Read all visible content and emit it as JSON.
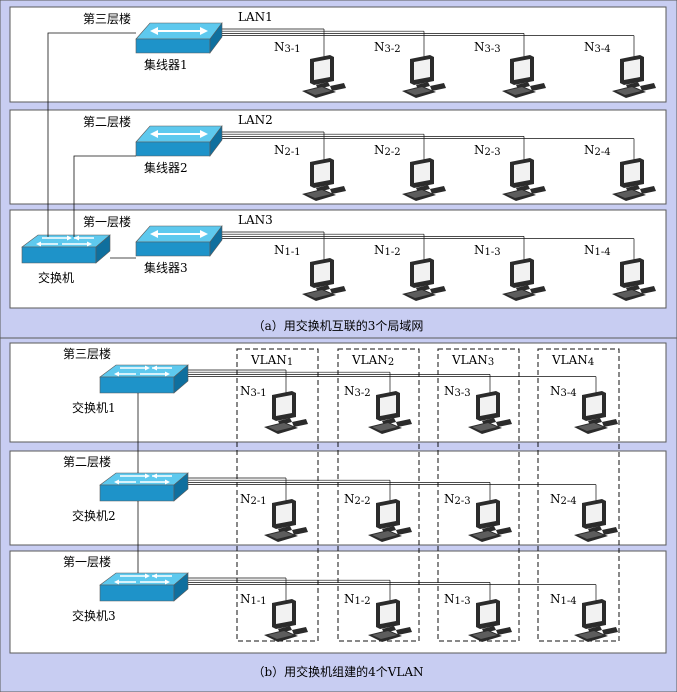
{
  "panel_a": {
    "caption": "（a）用交换机互联的3个局域网",
    "floors": [
      {
        "floor_label": "第三层楼",
        "lan_label": "LAN1",
        "device_label": "集线器1",
        "pcs": [
          {
            "main": "N",
            "sub": "3-1"
          },
          {
            "main": "N",
            "sub": "3-2"
          },
          {
            "main": "N",
            "sub": "3-3"
          },
          {
            "main": "N",
            "sub": "3-4"
          }
        ]
      },
      {
        "floor_label": "第二层楼",
        "lan_label": "LAN2",
        "device_label": "集线器2",
        "pcs": [
          {
            "main": "N",
            "sub": "2-1"
          },
          {
            "main": "N",
            "sub": "2-2"
          },
          {
            "main": "N",
            "sub": "2-3"
          },
          {
            "main": "N",
            "sub": "2-4"
          }
        ]
      },
      {
        "floor_label": "第一层楼",
        "lan_label": "LAN3",
        "device_label": "集线器3",
        "pcs": [
          {
            "main": "N",
            "sub": "1-1"
          },
          {
            "main": "N",
            "sub": "1-2"
          },
          {
            "main": "N",
            "sub": "1-3"
          },
          {
            "main": "N",
            "sub": "1-4"
          }
        ]
      }
    ],
    "switch_label": "交换机"
  },
  "panel_b": {
    "caption": "（b）用交换机组建的4个VLAN",
    "vlans": [
      {
        "main": "VLAN",
        "sub": "1"
      },
      {
        "main": "VLAN",
        "sub": "2"
      },
      {
        "main": "VLAN",
        "sub": "3"
      },
      {
        "main": "VLAN",
        "sub": "4"
      }
    ],
    "floors": [
      {
        "floor_label": "第三层楼",
        "device_label": "交换机1",
        "pcs": [
          {
            "main": "N",
            "sub": "3-1"
          },
          {
            "main": "N",
            "sub": "3-2"
          },
          {
            "main": "N",
            "sub": "3-3"
          },
          {
            "main": "N",
            "sub": "3-4"
          }
        ]
      },
      {
        "floor_label": "第二层楼",
        "device_label": "交换机2",
        "pcs": [
          {
            "main": "N",
            "sub": "2-1"
          },
          {
            "main": "N",
            "sub": "2-2"
          },
          {
            "main": "N",
            "sub": "2-3"
          },
          {
            "main": "N",
            "sub": "2-4"
          }
        ]
      },
      {
        "floor_label": "第一层楼",
        "device_label": "交换机3",
        "pcs": [
          {
            "main": "N",
            "sub": "1-1"
          },
          {
            "main": "N",
            "sub": "1-2"
          },
          {
            "main": "N",
            "sub": "1-3"
          },
          {
            "main": "N",
            "sub": "1-4"
          }
        ]
      }
    ]
  },
  "colors": {
    "background": "#c8cdf2",
    "floor_fill": "#ffffff",
    "border": "#5a5a5a",
    "device_top": "#5ec9ee",
    "device_front": "#1e93c9",
    "device_side": "#0f6f9e",
    "device_arrow": "#ffffff",
    "pc_dark": "#2b2b2b",
    "pc_light": "#f2f2f2"
  }
}
